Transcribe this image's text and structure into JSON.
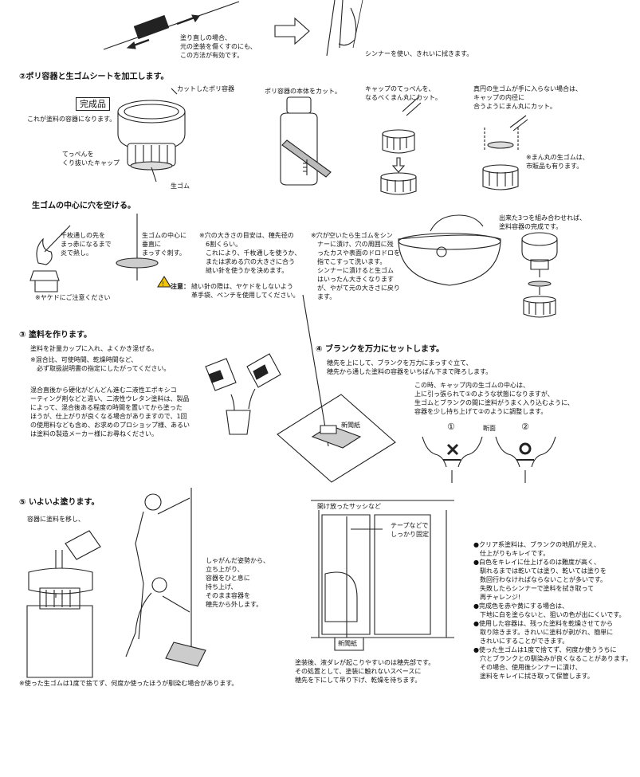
{
  "top": {
    "note": "塗り直しの場合、\n元の塗装を傷くすのにも、\nこの方法が有効です。",
    "thinner_note": "シンナーを使い、きれいに拭きます。"
  },
  "step2": {
    "title": "②ポリ容器と生ゴムシートを加工します。",
    "cut_container_label": "カットしたポリ容器",
    "finished_label": "完成品",
    "finished_desc": "これが塗料の容器になります。",
    "cap_label": "てっぺんを\nくり抜いたキャップ",
    "rubber_label": "生ゴム",
    "cut_body": "ポリ容器の本体をカット。",
    "cap_cut": "キャップのてっぺんを、\nなるべくまん丸にカット。",
    "alt_rubber": "真円の生ゴムが手に入らない場合は、\nキャップの内径に\n合うようにまん丸にカット。",
    "alt_rubber_note": "※まん丸の生ゴムは、\n市販品も有ります。"
  },
  "hole": {
    "title": "生ゴムの中心に穴を空ける。",
    "needle_heat": "千枚通しの先を\nまっ赤になるまで\n炎で熱し。",
    "burn_note": "※ヤケドにご注意ください",
    "center_pierce": "生ゴムの中心に\n垂直に\nまっすぐ刺す。",
    "hole_size": "※穴の大きさの目安は、穂先径の\n　6割くらい。\n　これにより、千枚通しを使うか、\n　または求める穴の大きさに合う\n　縫い針を使うかを決めます。",
    "caution_label": "注意：",
    "caution_text": "縫い針の際は、ヤケドをしないよう\n革手袋、ペンチを使用してください。",
    "thinner_soak": "※穴が空いたら生ゴムをシン\n　ナーに漬け、穴の周囲に残\n　ったカスや表面のドロドロを\n　指でこすって洗います。\n　シンナーに漬けると生ゴム\n　はいったん大きくなります\n　が、やがて元の大きさに戻り\n　ます。",
    "combine": "出来た3つを組み合わせれば、\n塗料容器の完成です。"
  },
  "step3": {
    "title": "③ 塗料を作ります。",
    "line1": "塗料を計量カップに入れ、よくかき混ぜる。",
    "line2": "※混合比、可使時間、乾燥時間など、\n　必ず取扱説明書の指定にしたがってください。",
    "para": "混合直後から硬化がどんどん進む二液性エポキシコ\nーティング剤などと違い、二液性ウレタン塗料は、製品\nによって、混合後ある程度の時間を置いてから塗った\nほうが、仕上がりが良くなる場合がありますので、1回\nの使用料なども含め、お求めのプロショップ様、あるい\nは塗料の製造メーカー様にお尋ねください。"
  },
  "step4": {
    "title": "④ ブランクを万力にセットします。",
    "line1": "穂先を上にして、ブランクを万力にまっすぐ立て、\n穂先から通した塗料の容器をいちばん下まで降ろします。",
    "para": "この時、キャップ内の生ゴムの中心は、\n上に引っ張られて①のような状態になりますが、\n生ゴムとブランクの間に塗料がうまく入り込むように、\n容器を少し持ち上げて②のように調整します。",
    "newspaper": "新聞紙",
    "section_label": "断面",
    "mark1": "①",
    "mark2": "②"
  },
  "step5": {
    "title": "⑤ いよいよ塗ります。",
    "move_paint": "容器に塗料を移し、",
    "squat": "しゃがんだ姿勢から、\n立ち上がり、\n容器をひと息に\n持ち上げ、\nそのまま容器を\n穂先から外します。",
    "reuse_note": "※使った生ゴムは1度で捨てず、何度か使ったほうが馴染む場合があります。",
    "sash_label": "開け放ったサッシなど",
    "tape_label": "テープなどで\nしっかり固定",
    "newspaper": "新聞紙",
    "drip_note": "塗装後、液ダレが起こりやすいのは穂先部です。\nその処置として、塗装に触れないスペースに\n穂先を下にして吊り下げ、乾燥を待ちます。",
    "tips": "●クリア系塗料は、ブランクの地肌が見え、\n　仕上がりもキレイです。\n●白色をキレイに仕上げるのは難度が高く、\n　馴れるまでは乾いては塗り、乾いては塗りを\n　数回行わなければならないことが多いです。\n　失敗したらシンナーで塗料を拭き取って\n　再チャレンジ!\n●完成色を赤や黄にする場合は、\n　下地に白を塗らないと、狙いの色が出にくいです。\n●使用した容器は、残った塗料を乾燥させてから\n　取り除きます。きれいに塗料が剥がれ、簡単に\n　きれいにすることができます。\n●使った生ゴムは1度で捨てず、何度か使ううちに\n　穴とブランクとの馴染みが良くなることがあります。\n　その場合、使用後シンナーに漬け、\n　塗料をキレイに拭き取って保管します。"
  }
}
